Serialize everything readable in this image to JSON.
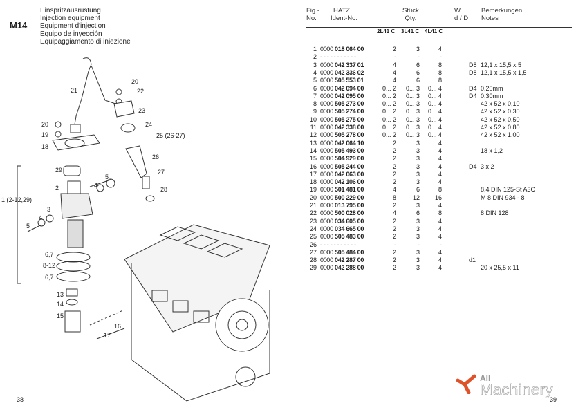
{
  "header": {
    "code": "M14",
    "titles": [
      "Einspritzausrüstung",
      "Injection equipment",
      "Equipment d'injection",
      "Equipo de inyección",
      "Equipaggiamento di iniezione"
    ]
  },
  "table_header": {
    "fig_de": "Fig.-",
    "fig_en": "No.",
    "ident_de": "HATZ",
    "ident_en": "Ident-No.",
    "qty_de": "Stück",
    "qty_en": "Qty.",
    "w_de": "W",
    "w_en": "d / D",
    "notes_de": "Bemerkungen",
    "notes_en": "Notes",
    "models": [
      "2L41 C",
      "3L41 C",
      "4L41 C"
    ]
  },
  "rows": [
    {
      "fig": "1",
      "pre": "0000",
      "id": "018 064 00",
      "q": [
        "2",
        "3",
        "4"
      ],
      "w": "",
      "note": ""
    },
    {
      "fig": "2",
      "pre": "",
      "id": "- - - - - - - - - - -",
      "q": [
        "-",
        "-",
        "-"
      ],
      "w": "",
      "note": ""
    },
    {
      "fig": "3",
      "pre": "0000",
      "id": "042 337 01",
      "q": [
        "4",
        "6",
        "8"
      ],
      "w": "D8",
      "note": "12,1 x 15,5 x 5"
    },
    {
      "fig": "4",
      "pre": "0000",
      "id": "042 336 02",
      "q": [
        "4",
        "6",
        "8"
      ],
      "w": "D8",
      "note": "12,1 x 15,5 x 1,5"
    },
    {
      "fig": "5",
      "pre": "0000",
      "id": "505 553 01",
      "q": [
        "4",
        "6",
        "8"
      ],
      "w": "",
      "note": ""
    },
    {
      "fig": "6",
      "pre": "0000",
      "id": "042 094 00",
      "q": [
        "0... 2",
        "0... 3",
        "0... 4"
      ],
      "w": "D4",
      "note": "0,20mm"
    },
    {
      "fig": "7",
      "pre": "0000",
      "id": "042 095 00",
      "q": [
        "0... 2",
        "0... 3",
        "0... 4"
      ],
      "w": "D4",
      "note": "0,30mm"
    },
    {
      "fig": "8",
      "pre": "0000",
      "id": "505 273 00",
      "q": [
        "0... 2",
        "0... 3",
        "0... 4"
      ],
      "w": "",
      "note": "42 x 52 x 0,10"
    },
    {
      "fig": "9",
      "pre": "0000",
      "id": "505 274 00",
      "q": [
        "0... 2",
        "0... 3",
        "0... 4"
      ],
      "w": "",
      "note": "42 x 52 x 0,30"
    },
    {
      "fig": "10",
      "pre": "0000",
      "id": "505 275 00",
      "q": [
        "0... 2",
        "0... 3",
        "0... 4"
      ],
      "w": "",
      "note": "42 x 52 x 0,50"
    },
    {
      "fig": "11",
      "pre": "0000",
      "id": "042 338 00",
      "q": [
        "0... 2",
        "0... 3",
        "0... 4"
      ],
      "w": "",
      "note": "42 x 52 x 0,80"
    },
    {
      "fig": "12",
      "pre": "0000",
      "id": "505 278 00",
      "q": [
        "0... 2",
        "0... 3",
        "0... 4"
      ],
      "w": "",
      "note": "42 x 52 x 1,00"
    },
    {
      "fig": "13",
      "pre": "0000",
      "id": "042 064 10",
      "q": [
        "2",
        "3",
        "4"
      ],
      "w": "",
      "note": ""
    },
    {
      "fig": "14",
      "pre": "0000",
      "id": "505 493 00",
      "q": [
        "2",
        "3",
        "4"
      ],
      "w": "",
      "note": "18 x 1,2"
    },
    {
      "fig": "15",
      "pre": "0000",
      "id": "504 929 00",
      "q": [
        "2",
        "3",
        "4"
      ],
      "w": "",
      "note": ""
    },
    {
      "fig": "16",
      "pre": "0000",
      "id": "505 244 00",
      "q": [
        "2",
        "3",
        "4"
      ],
      "w": "D4",
      "note": "3 x 2"
    },
    {
      "fig": "17",
      "pre": "0000",
      "id": "042 063 00",
      "q": [
        "2",
        "3",
        "4"
      ],
      "w": "",
      "note": ""
    },
    {
      "fig": "18",
      "pre": "0000",
      "id": "042 106 00",
      "q": [
        "2",
        "3",
        "4"
      ],
      "w": "",
      "note": ""
    },
    {
      "fig": "19",
      "pre": "0000",
      "id": "501 481 00",
      "q": [
        "4",
        "6",
        "8"
      ],
      "w": "",
      "note": "8,4 DIN 125-St A3C"
    },
    {
      "fig": "20",
      "pre": "0000",
      "id": "500 229 00",
      "q": [
        "8",
        "12",
        "16"
      ],
      "w": "",
      "note": "M 8 DIN 934 - 8"
    },
    {
      "fig": "21",
      "pre": "0000",
      "id": "013 795 00",
      "q": [
        "2",
        "3",
        "4"
      ],
      "w": "",
      "note": ""
    },
    {
      "fig": "22",
      "pre": "0000",
      "id": "500 028 00",
      "q": [
        "4",
        "6",
        "8"
      ],
      "w": "",
      "note": "8 DIN 128"
    },
    {
      "fig": "23",
      "pre": "0000",
      "id": "034 605 00",
      "q": [
        "2",
        "3",
        "4"
      ],
      "w": "",
      "note": ""
    },
    {
      "fig": "24",
      "pre": "0000",
      "id": "034 665 00",
      "q": [
        "2",
        "3",
        "4"
      ],
      "w": "",
      "note": ""
    },
    {
      "fig": "25",
      "pre": "0000",
      "id": "505 483 00",
      "q": [
        "2",
        "3",
        "4"
      ],
      "w": "",
      "note": ""
    },
    {
      "fig": "26",
      "pre": "",
      "id": "- - - - - - - - - - -",
      "q": [
        "-",
        "-",
        "-"
      ],
      "w": "",
      "note": ""
    },
    {
      "fig": "27",
      "pre": "0000",
      "id": "505 484 00",
      "q": [
        "2",
        "3",
        "4"
      ],
      "w": "",
      "note": ""
    },
    {
      "fig": "28",
      "pre": "0000",
      "id": "042 287 00",
      "q": [
        "2",
        "3",
        "4"
      ],
      "w": "d1",
      "note": ""
    },
    {
      "fig": "29",
      "pre": "0000",
      "id": "042 288 00",
      "q": [
        "2",
        "3",
        "4"
      ],
      "w": "",
      "note": "20 x 25,5 x 11"
    }
  ],
  "callouts": [
    "21",
    "20",
    "22",
    "23",
    "20",
    "24",
    "19",
    "18",
    "25 (26-27)",
    "26",
    "29",
    "27",
    "2",
    "5",
    "4",
    "28",
    "3",
    "5",
    "4",
    "1 (2-12,29)",
    "6,7",
    "8-12",
    "6,7",
    "13",
    "14",
    "16",
    "15",
    "17"
  ],
  "footer": {
    "page_left": "38",
    "page_right": "39"
  },
  "watermark": {
    "line1": "All",
    "line2": "Machinery",
    "accent": "#e0522a"
  }
}
